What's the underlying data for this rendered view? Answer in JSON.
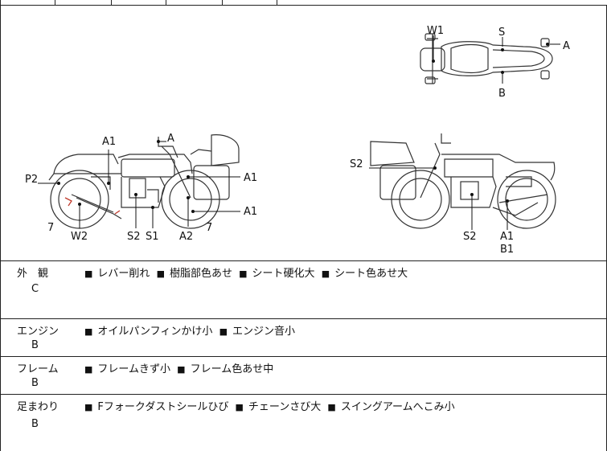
{
  "diagram": {
    "top_view": {
      "w1": "W1",
      "s": "S",
      "a": "A",
      "b": "B"
    },
    "left_view": {
      "a1_top": "A1",
      "a_top": "A",
      "p2": "P2",
      "a1_right": "A1",
      "a1_lower": "A1",
      "seven_left": "7",
      "w2": "W2",
      "s2": "S2",
      "s1": "S1",
      "a2": "A2",
      "seven_right": "7"
    },
    "right_view": {
      "s2_left": "S2",
      "s2_bottom": "S2",
      "a1": "A1",
      "b1": "B1"
    }
  },
  "sections": [
    {
      "label": "外　観",
      "grade": "C",
      "items": [
        "レバー削れ",
        "樹脂部色あせ",
        "シート硬化大",
        "シート色あせ大"
      ]
    },
    {
      "label": "エンジン",
      "grade": "B",
      "items": [
        "オイルパンフィンかけ小",
        "エンジン音小"
      ]
    },
    {
      "label": "フレーム",
      "grade": "B",
      "items": [
        "フレームきず小",
        "フレーム色あせ中"
      ]
    },
    {
      "label": "足まわり",
      "grade": "B",
      "items": [
        "Fフォークダストシールひび",
        "チェーンさび大",
        "スイングアームへこみ小"
      ]
    }
  ],
  "bullet_symbol": "■"
}
